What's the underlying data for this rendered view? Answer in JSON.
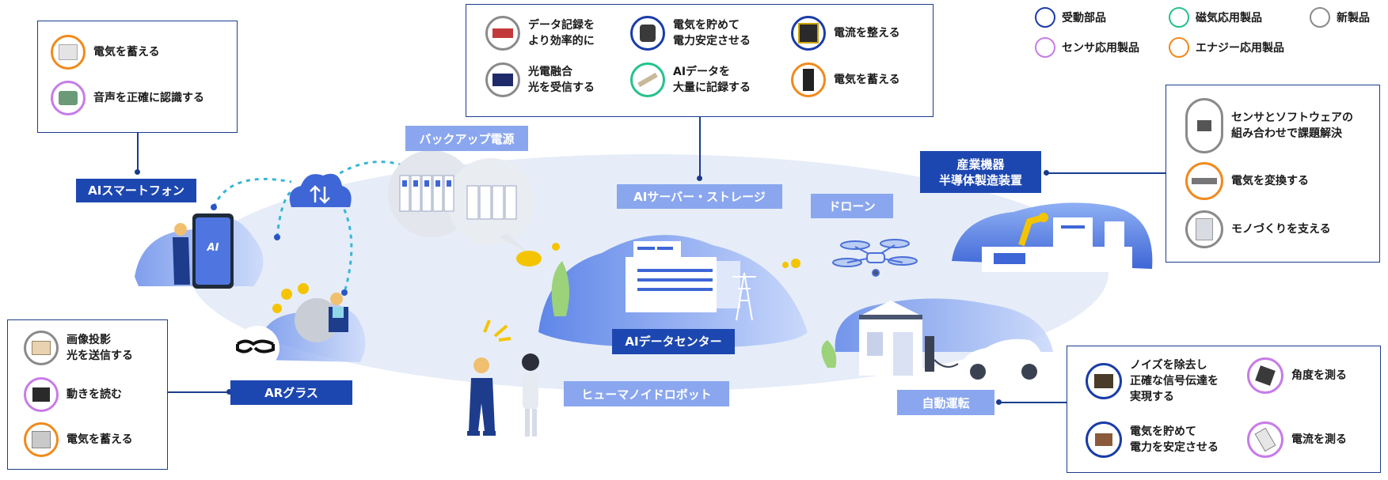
{
  "legend": [
    {
      "label": "受動部品",
      "color": "#1a3ca8"
    },
    {
      "label": "磁気応用製品",
      "color": "#25c28a"
    },
    {
      "label": "新製品",
      "color": "#8a8a8a"
    },
    {
      "label": "センサ応用製品",
      "color": "#c77ce6"
    },
    {
      "label": "エナジー応用製品",
      "color": "#f08a1c"
    }
  ],
  "labels": {
    "smartphone": "AIスマートフォン",
    "ar_glass": "ARグラス",
    "backup_power": "バックアップ電源",
    "ai_server": "AIサーバー・ストレージ",
    "drone": "ドローン",
    "industrial": "産業機器\n半導体製造装置",
    "ai_datacenter": "AIデータセンター",
    "humanoid": "ヒューマノイドロボット",
    "autonomous": "自動運転"
  },
  "smartphone_box": [
    {
      "text": "電気を蓄える",
      "category": "energy"
    },
    {
      "text": "音声を正確に認識する",
      "category": "sensor"
    }
  ],
  "ar_box": [
    {
      "text": "画像投影\n光を送信する",
      "category": "new"
    },
    {
      "text": "動きを読む",
      "category": "sensor"
    },
    {
      "text": "電気を蓄える",
      "category": "energy"
    }
  ],
  "server_box": [
    {
      "text": "データ記録を\nより効率的に",
      "category": "new"
    },
    {
      "text": "電気を貯めて\n電力安定させる",
      "category": "passive"
    },
    {
      "text": "電流を整える",
      "category": "passive"
    },
    {
      "text": "光電融合\n光を受信する",
      "category": "new"
    },
    {
      "text": "AIデータを\n大量に記録する",
      "category": "magnetic"
    },
    {
      "text": "電気を蓄える",
      "category": "energy"
    }
  ],
  "industrial_box": [
    {
      "text": "センサとソフトウェアの\n組み合わせで課題解決",
      "category": "new"
    },
    {
      "text": "電気を変換する",
      "category": "energy"
    },
    {
      "text": "モノづくりを支える",
      "category": "new"
    }
  ],
  "auto_box": [
    {
      "text": "ノイズを除去し\n正確な信号伝達を\n実現する",
      "category": "passive"
    },
    {
      "text": "角度を測る",
      "category": "sensor"
    },
    {
      "text": "電気を貯めて\n電力を安定させる",
      "category": "passive"
    },
    {
      "text": "電流を測る",
      "category": "sensor"
    }
  ],
  "phone_screen_text": "AI"
}
